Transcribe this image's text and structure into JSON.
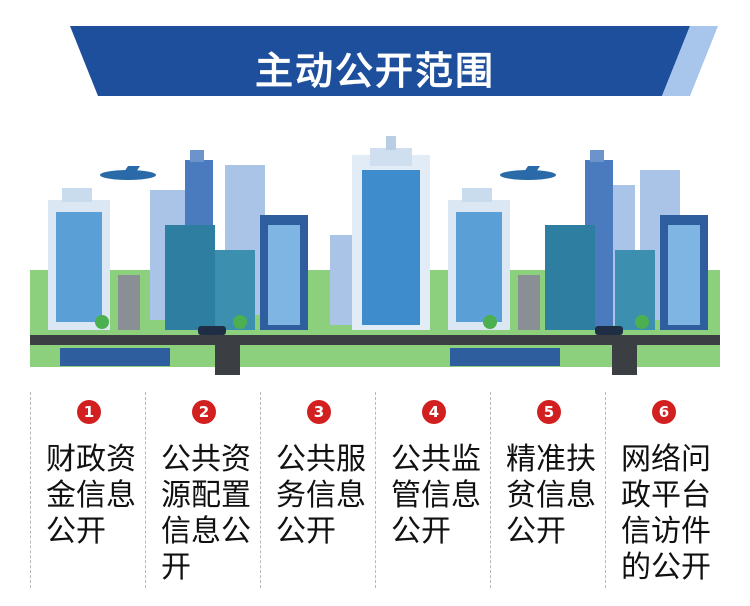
{
  "banner": {
    "title": "主动公开范围"
  },
  "categories": [
    {
      "number": "1",
      "label": "财政资金信息公开"
    },
    {
      "number": "2",
      "label": "公共资源配置信息公开"
    },
    {
      "number": "3",
      "label": "公共服务信息公开"
    },
    {
      "number": "4",
      "label": "公共监管信息公开"
    },
    {
      "number": "5",
      "label": "精准扶贫信息公开"
    },
    {
      "number": "6",
      "label": "网络问政平台信访件的公开"
    }
  ],
  "colors": {
    "banner": "#1e4f9c",
    "badge": "#d21f1f",
    "grass": "#7cc36e",
    "road": "#3b3f44"
  }
}
